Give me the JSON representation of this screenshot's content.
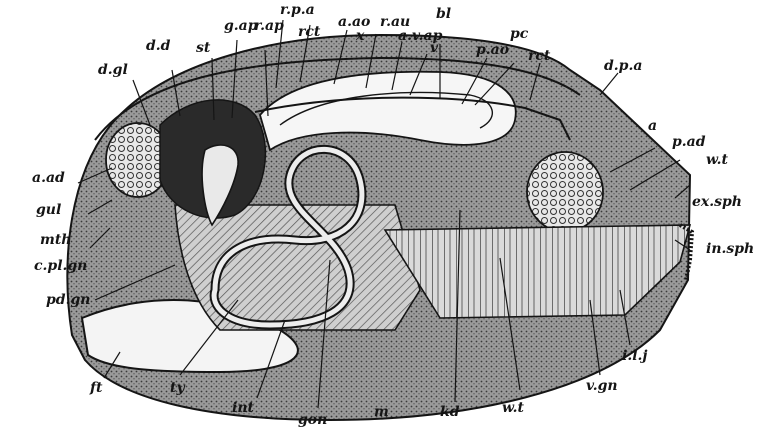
{
  "figure": {
    "colors": {
      "ink": "#151515",
      "paper": "#ffffff",
      "shade": "#7a7a7a",
      "dark": "#2a2a2a"
    }
  },
  "labels": {
    "a_ad": "a.ad",
    "gul": "gul",
    "mth": "mth",
    "c_pl_gn": "c.pl.gn",
    "pd_gn": "pd.gn",
    "ft": "ft",
    "ty": "ty",
    "int": "int",
    "gon": "gon",
    "m": "m",
    "kd": "kd",
    "w_t_bottom": "w.t",
    "v_gn": "v.gn",
    "i_l_j": "i.l.j",
    "in_sph": "in.sph",
    "ex_sph": "ex.sph",
    "w_t_right": "w.t",
    "p_ad": "p.ad",
    "a": "a",
    "d_p_a": "d.p.a",
    "rct_right": "rct",
    "pc": "pc",
    "p_ao": "p.ao",
    "bl": "bl",
    "v": "v",
    "a_v_ap": "a.v.ap",
    "r_au": "r.au",
    "x": "x",
    "a_ao": "a.ao",
    "rct_top": "rct",
    "r_p_a": "r.p.a",
    "r_ap": "r.ap",
    "g_ap": "g.ap",
    "st": "st",
    "d_d": "d.d",
    "d_gl": "d.gl"
  }
}
